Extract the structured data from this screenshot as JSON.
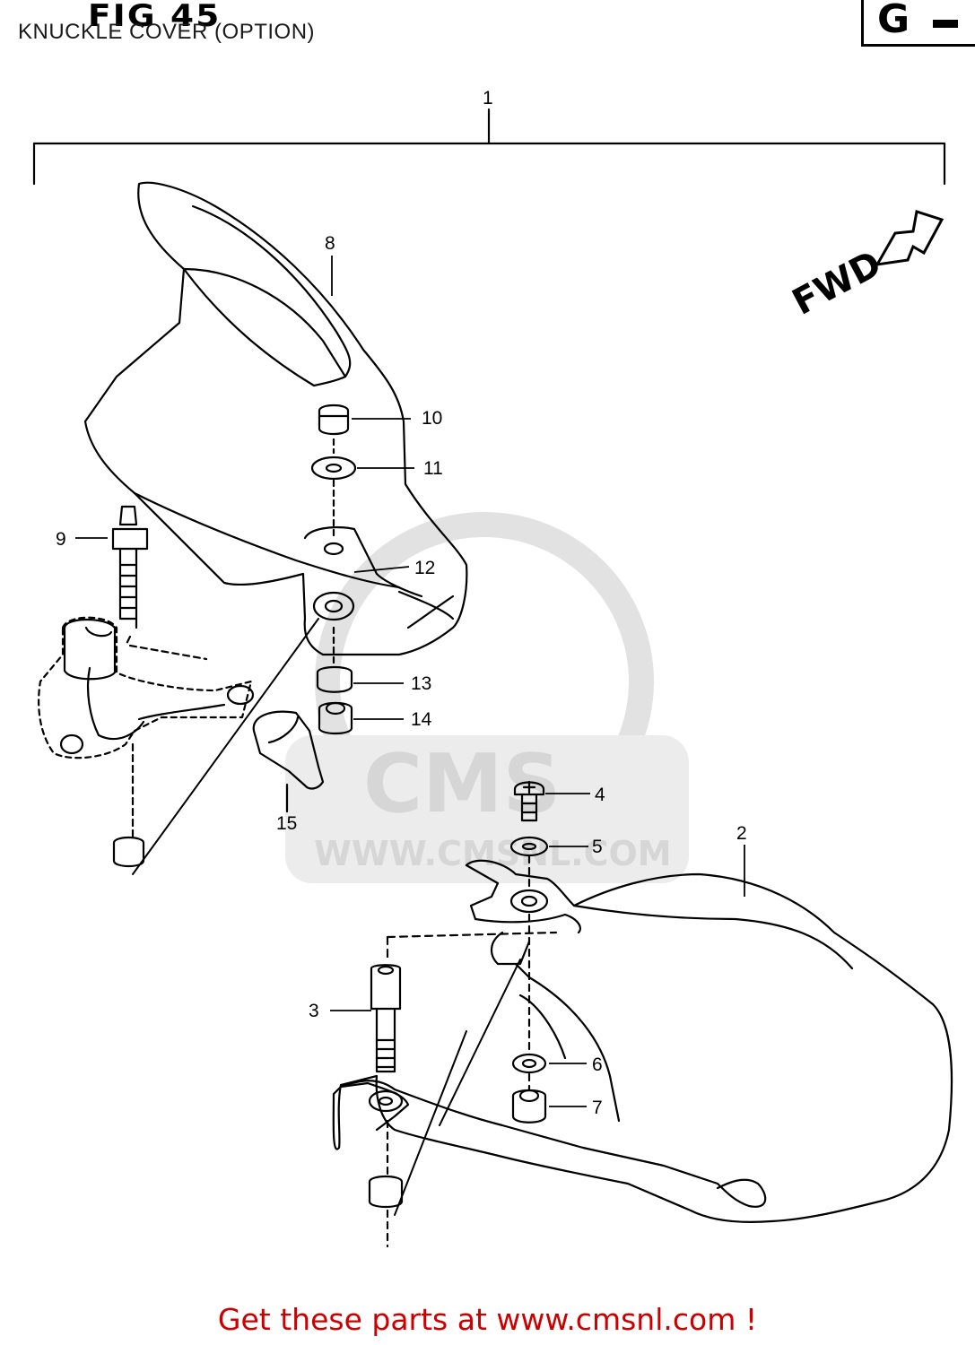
{
  "header": {
    "figure_label": "FIG 45",
    "subtitle": "KNUCKLE COVER (OPTION)",
    "section_letter": "G"
  },
  "watermark": {
    "brand": "CMS",
    "url": "WWW.CMSNL.COM"
  },
  "direction_indicator": "FWD",
  "callouts": [
    "1",
    "2",
    "3",
    "4",
    "5",
    "6",
    "7",
    "8",
    "9",
    "10",
    "11",
    "12",
    "13",
    "14",
    "15"
  ],
  "footer": {
    "text": "Get these parts at www.cmsnl.com !",
    "color": "#cc0000"
  }
}
